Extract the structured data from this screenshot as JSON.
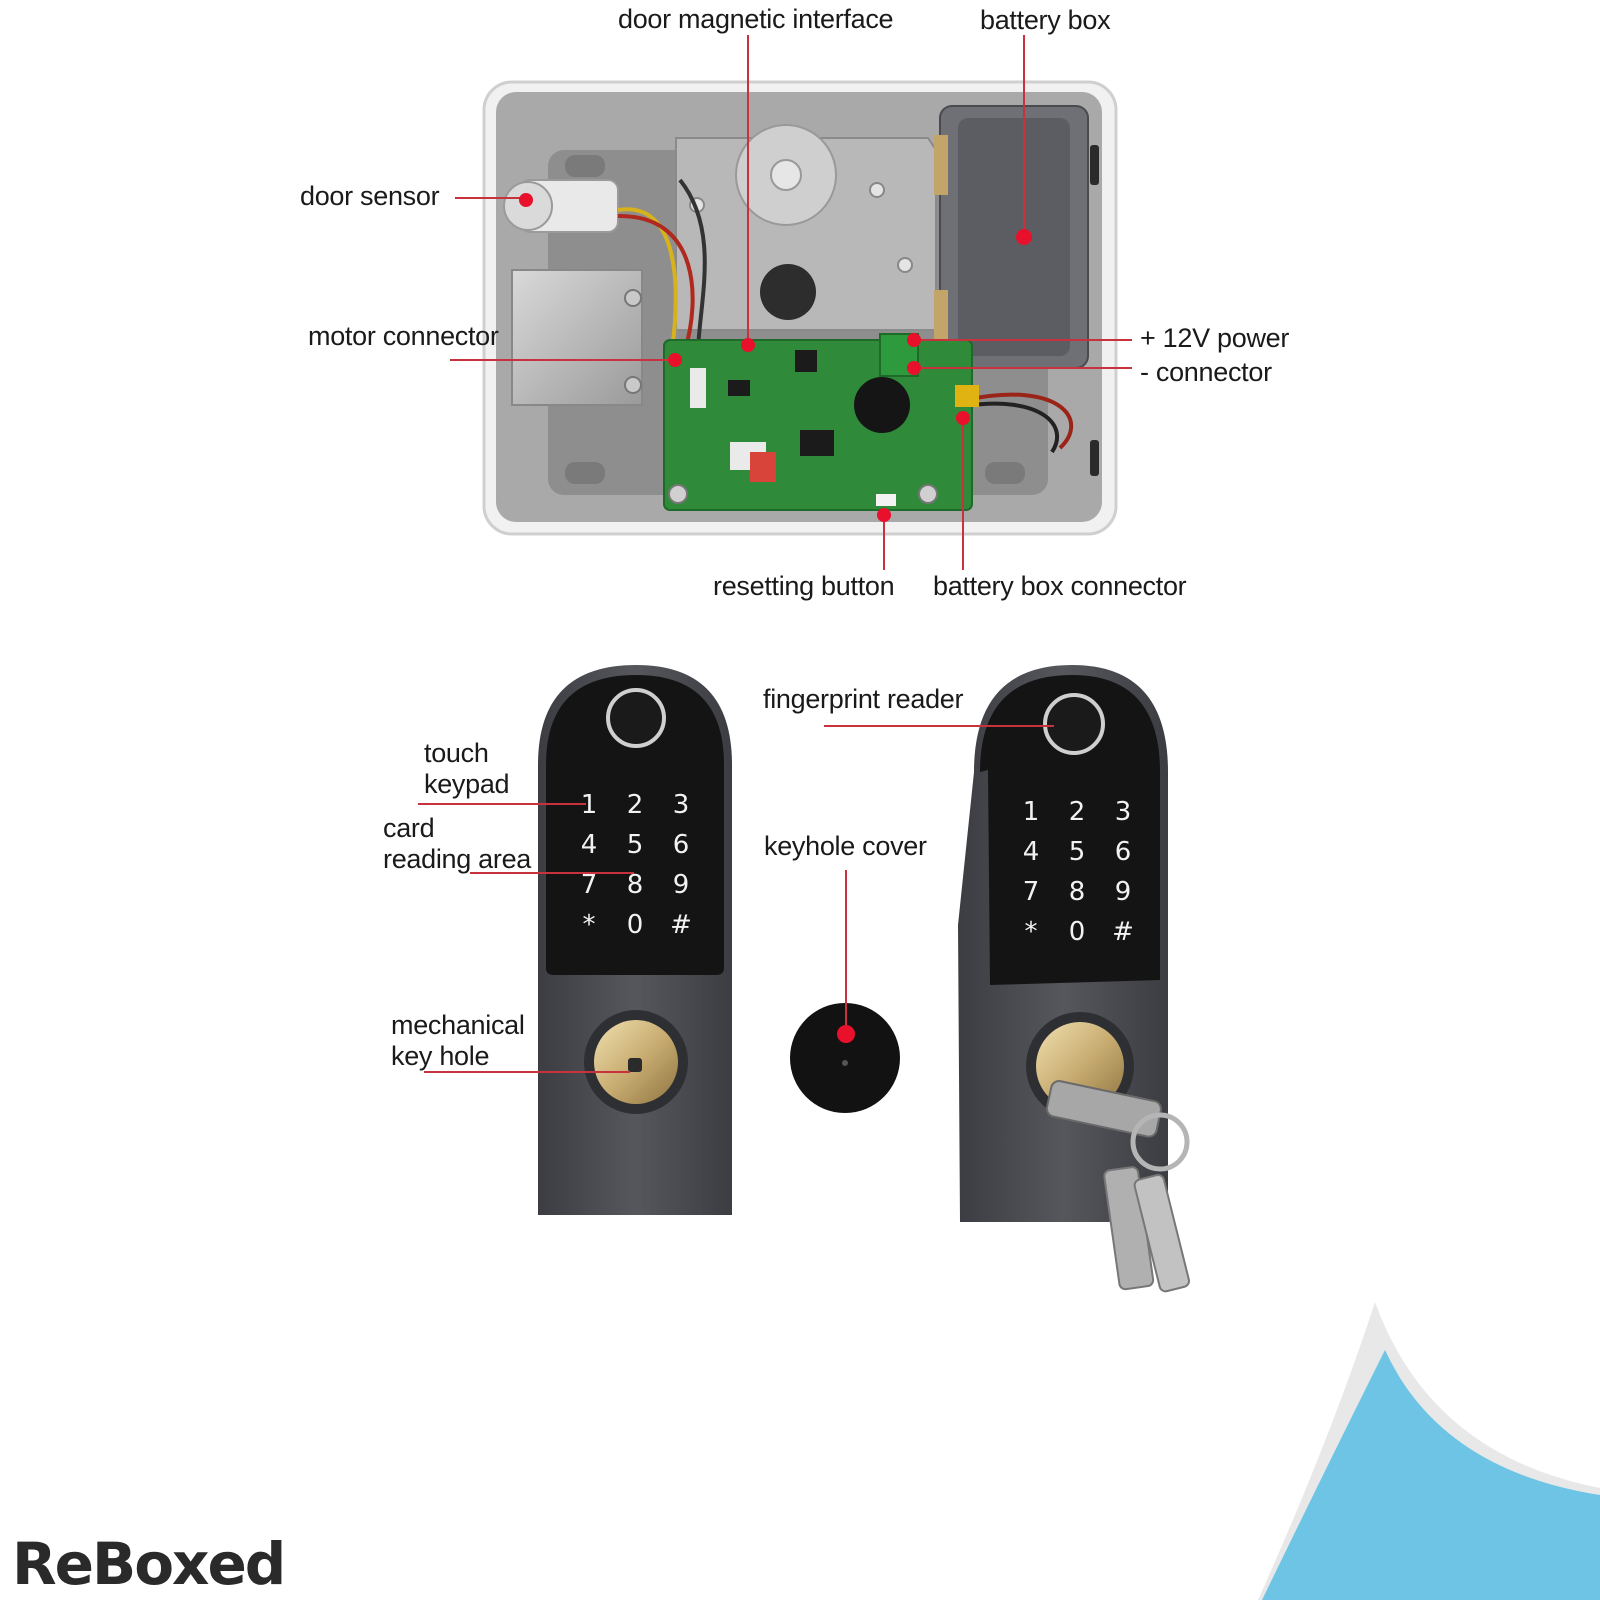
{
  "labels": {
    "door_magnetic_interface": "door magnetic interface",
    "battery_box": "battery box",
    "door_sensor": "door sensor",
    "motor_connector": "motor connector",
    "power_plus": "+ 12V power",
    "power_minus": "-  connector",
    "resetting_button": "resetting button",
    "battery_box_connector": "battery box connector",
    "touch": "touch",
    "keypad": "keypad",
    "card": "card",
    "reading_area": "reading area",
    "fingerprint_reader": "fingerprint reader",
    "keyhole_cover": "keyhole cover",
    "mechanical": "mechanical",
    "key_hole": "key hole"
  },
  "keypad_keys": [
    "1",
    "2",
    "3",
    "4",
    "5",
    "6",
    "7",
    "8",
    "9",
    "*",
    "0",
    "#"
  ],
  "brand": "ReBoxed",
  "colors": {
    "leader_line": "#c8323c",
    "marker": "#e8102a",
    "lock_body": "#45474c",
    "keypad_panel": "#141414",
    "pcb": "#2f8a3a",
    "corner_blue": "#6ec4e4"
  }
}
